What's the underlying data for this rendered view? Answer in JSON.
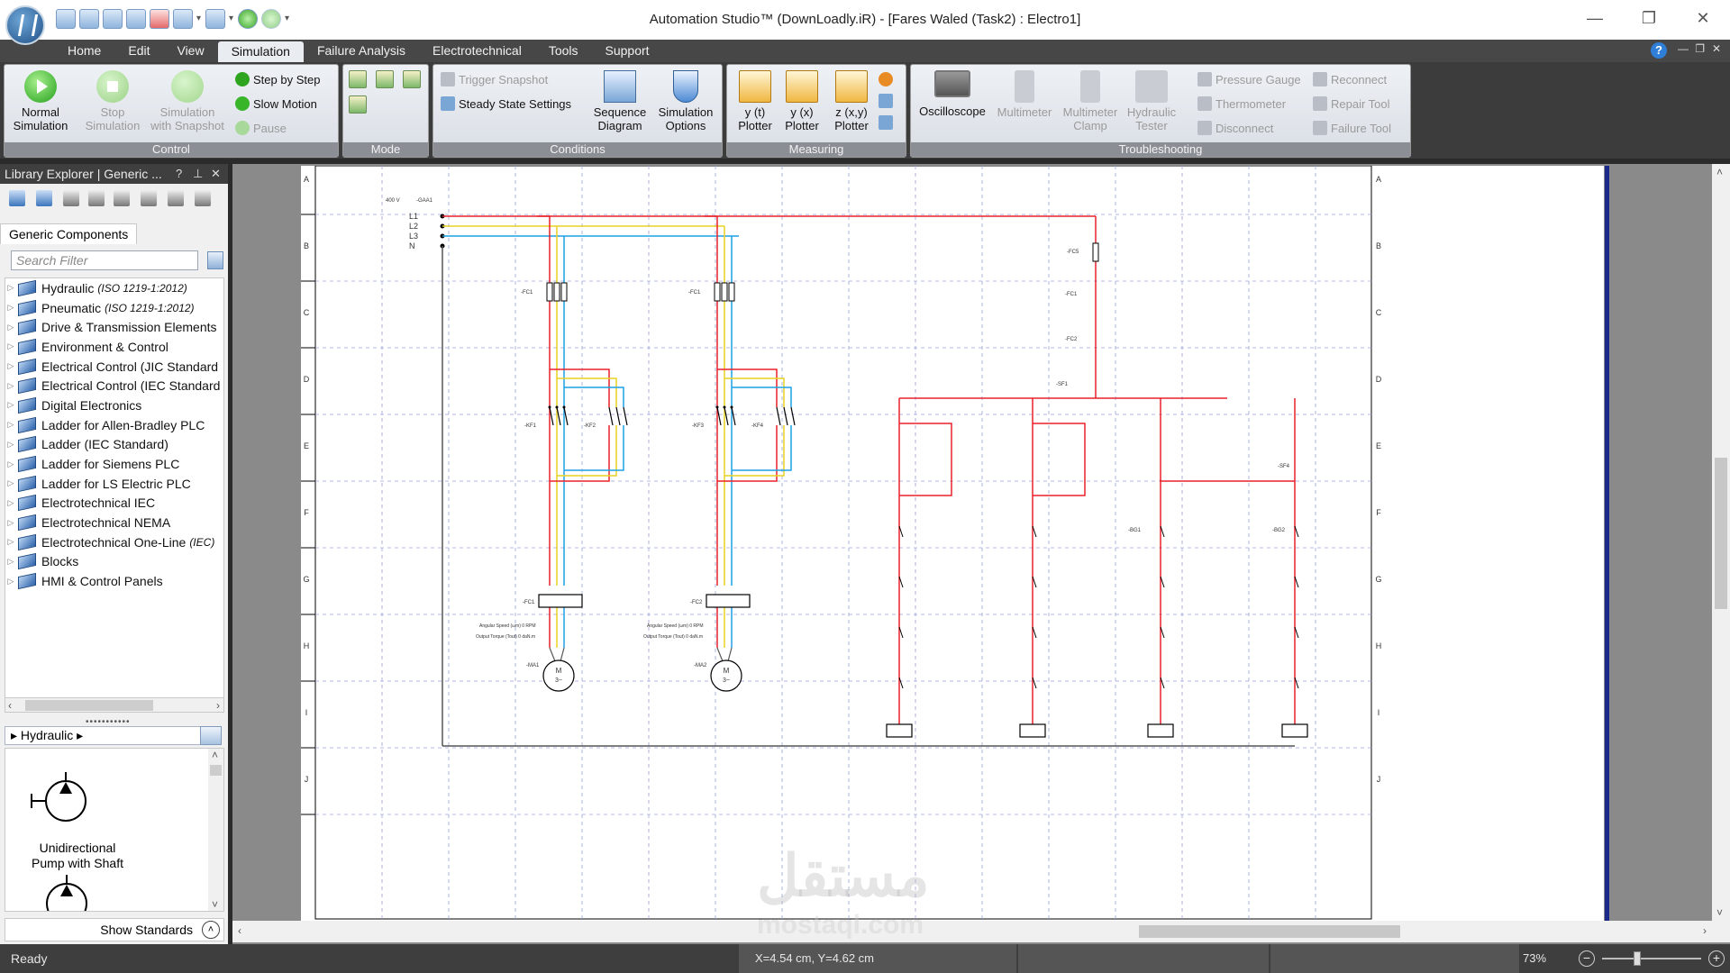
{
  "window": {
    "title": "Automation Studio™ (DownLoadly.iR) - [Fares Waled (Task2) : Electro1]",
    "minimize": "—",
    "restore": "❐",
    "close": "✕"
  },
  "menu": {
    "tabs": [
      "Home",
      "Edit",
      "View",
      "Simulation",
      "Failure Analysis",
      "Electrotechnical",
      "Tools",
      "Support"
    ],
    "active": "Simulation",
    "help": "?"
  },
  "ribbon": {
    "control": {
      "label": "Control",
      "normal_simulation": "Normal\nSimulation",
      "stop_simulation": "Stop\nSimulation",
      "simulation_with_snapshot": "Simulation\nwith Snapshot",
      "step_by_step": "Step by Step",
      "slow_motion": "Slow Motion",
      "pause": "Pause"
    },
    "mode": {
      "label": "Mode"
    },
    "conditions": {
      "label": "Conditions",
      "trigger_snapshot": "Trigger Snapshot",
      "steady_state_settings": "Steady State Settings",
      "sequence_diagram": "Sequence\nDiagram",
      "simulation_options": "Simulation\nOptions"
    },
    "measuring": {
      "label": "Measuring",
      "yt_plotter": "y (t)\nPlotter",
      "yx_plotter": "y (x)\nPlotter",
      "zxy_plotter": "z (x,y)\nPlotter"
    },
    "troubleshooting": {
      "label": "Troubleshooting",
      "oscilloscope": "Oscilloscope",
      "multimeter": "Multimeter",
      "multimeter_clamp": "Multimeter\nClamp",
      "hydraulic_tester": "Hydraulic\nTester",
      "pressure_gauge": "Pressure Gauge",
      "thermometer": "Thermometer",
      "disconnect": "Disconnect",
      "reconnect": "Reconnect",
      "repair_tool": "Repair Tool",
      "failure_tool": "Failure Tool"
    }
  },
  "library": {
    "title": "Library Explorer | Generic ...",
    "tab": "Generic Components",
    "search_placeholder": "Search Filter",
    "items": [
      {
        "label": "Hydraulic",
        "std": "(ISO 1219-1:2012)"
      },
      {
        "label": "Pneumatic",
        "std": "(ISO 1219-1:2012)"
      },
      {
        "label": "Drive & Transmission Elements",
        "std": ""
      },
      {
        "label": "Environment & Control",
        "std": ""
      },
      {
        "label": "Electrical Control (JIC Standard",
        "std": ""
      },
      {
        "label": "Electrical Control (IEC Standard",
        "std": ""
      },
      {
        "label": "Digital Electronics",
        "std": ""
      },
      {
        "label": "Ladder for Allen-Bradley PLC",
        "std": ""
      },
      {
        "label": "Ladder (IEC Standard)",
        "std": ""
      },
      {
        "label": "Ladder for Siemens PLC",
        "std": ""
      },
      {
        "label": "Ladder for LS Electric PLC",
        "std": ""
      },
      {
        "label": "Electrotechnical IEC",
        "std": ""
      },
      {
        "label": "Electrotechnical NEMA",
        "std": ""
      },
      {
        "label": "Electrotechnical One-Line",
        "std": "(IEC)"
      },
      {
        "label": "Blocks",
        "std": ""
      },
      {
        "label": "HMI & Control Panels",
        "std": ""
      }
    ],
    "breadcrumb": "Hydraulic",
    "preview_component": "Unidirectional\nPump with Shaft",
    "show_standards": "Show Standards"
  },
  "schematic": {
    "row_labels": [
      "A",
      "B",
      "C",
      "D",
      "E",
      "F",
      "G",
      "H",
      "I",
      "J"
    ],
    "supply": "400 V",
    "supply_tag": "-GAA1",
    "lines": [
      "L1",
      "L2",
      "L3",
      "N"
    ],
    "motors": [
      {
        "fuse": "-FC1",
        "contactor_a": "-KF1",
        "contactor_b": "-KF2",
        "overload": "-FC1",
        "motor": "-MA1",
        "motor_sym": "M\n3~"
      },
      {
        "fuse": "-FC1",
        "contactor_a": "-KF3",
        "contactor_b": "-KF4",
        "overload": "-FC2",
        "motor": "-MA2",
        "motor_sym": "M\n3~"
      }
    ],
    "readout_speed": "Angular Speed (ωm) 0 RPM",
    "readout_torque": "Output Torque (Tout) 0 daN.m",
    "control_tags": [
      "-FC5",
      "-FC1",
      "-FC2",
      "-SF1",
      "-SF4",
      "-BG1",
      "-BG2"
    ]
  },
  "status": {
    "ready": "Ready",
    "coords": "X=4.54 cm, Y=4.62 cm",
    "zoom": "73%"
  },
  "watermark": {
    "text": "مستقل",
    "url": "mostaql.com"
  },
  "colors": {
    "l1": "#e8202a",
    "l2": "#e9d220",
    "l3": "#1da1e6",
    "grid": "#9aa4d8"
  }
}
